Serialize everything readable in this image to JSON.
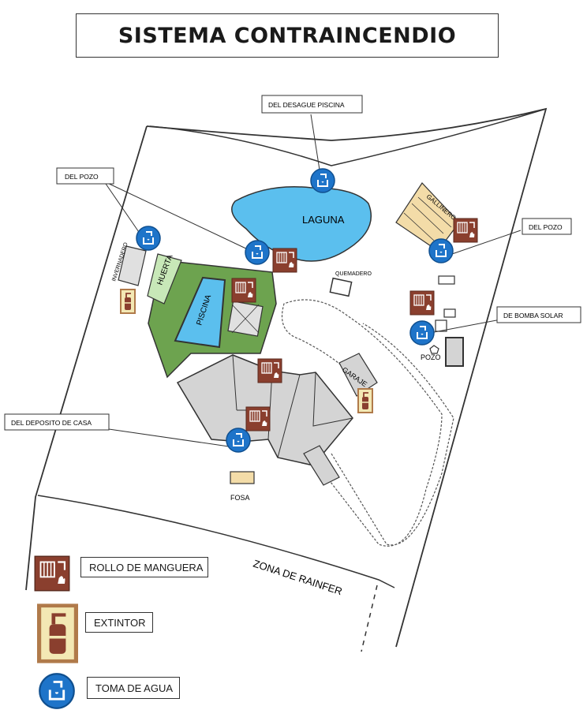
{
  "title": "SISTEMA CONTRAINCENDIO",
  "map": {
    "areas": {
      "laguna": "LAGUNA",
      "piscina": "PISCINA",
      "huerta": "HUERTA",
      "invernadero": "INVERNADERO",
      "gallinero": "GALLINERO",
      "quemadero": "QUEMADERO",
      "garaje": "GARAJE",
      "pozo": "POZO",
      "fosa": "FOSA",
      "zona": "ZONA DE RAINFER"
    },
    "callouts": {
      "desague": "DEL DESAGUE PISCINA",
      "pozo_left": "DEL POZO",
      "pozo_right": "DEL POZO",
      "bomba": "DE BOMBA SOLAR",
      "deposito": "DEL DEPOSITO DE CASA"
    }
  },
  "legend": {
    "hose": "ROLLO DE MANGUERA",
    "extinguisher": "EXTINTOR",
    "water": "TOMA DE AGUA"
  },
  "colors": {
    "water": "#5bbfee",
    "hydrant": "#1e74c9",
    "hose": "#8a3f2e",
    "extinguisher_bg": "#f3e8b4",
    "extinguisher_frame": "#b07a4a",
    "garden": "#6da34f",
    "huerta": "#c8e8b8",
    "roof": "#d4d4d4",
    "gallinero": "#f3dca8"
  }
}
